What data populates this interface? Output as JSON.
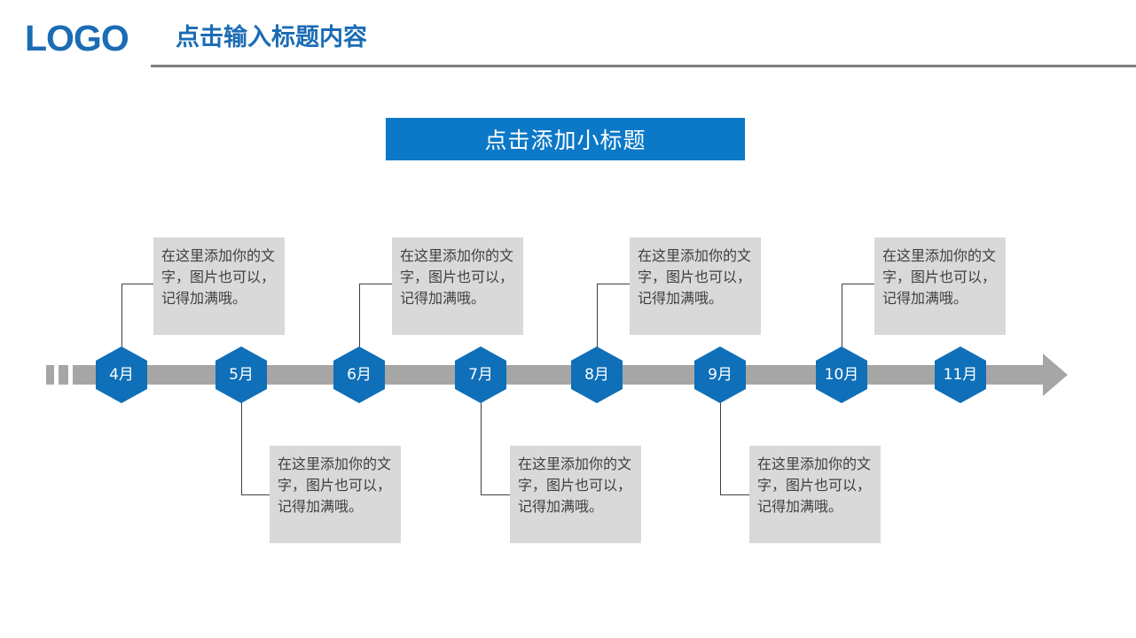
{
  "header": {
    "logo": "LOGO",
    "title": "点击输入标题内容"
  },
  "banner": {
    "text": "点击添加小标题"
  },
  "colors": {
    "brand_blue": "#0f6fb8",
    "banner_blue": "#0b78c8",
    "logo_blue": "#1b6cb5",
    "timeline_gray": "#a6a6a6",
    "note_gray": "#d9d9d9",
    "rule_gray": "#7f7f7f",
    "note_text": "#3f3f3f"
  },
  "timeline": {
    "milestones": [
      {
        "label": "4月",
        "note_position": "above"
      },
      {
        "label": "5月",
        "note_position": "below"
      },
      {
        "label": "6月",
        "note_position": "above"
      },
      {
        "label": "7月",
        "note_position": "below"
      },
      {
        "label": "8月",
        "note_position": "above"
      },
      {
        "label": "9月",
        "note_position": "below"
      },
      {
        "label": "10月",
        "note_position": "above"
      },
      {
        "label": "11月",
        "note_position": "none"
      }
    ],
    "notes": [
      {
        "text": "在这里添加你的文字，图片也可以，记得加满哦。"
      },
      {
        "text": "在这里添加你的文字，图片也可以，记得加满哦。"
      },
      {
        "text": "在这里添加你的文字，图片也可以，记得加满哦。"
      },
      {
        "text": "在这里添加你的文字，图片也可以，记得加满哦。"
      },
      {
        "text": "在这里添加你的文字，图片也可以，记得加满哦。"
      },
      {
        "text": "在这里添加你的文字，图片也可以，记得加满哦。"
      },
      {
        "text": "在这里添加你的文字，图片也可以，记得加满哦。"
      }
    ]
  }
}
